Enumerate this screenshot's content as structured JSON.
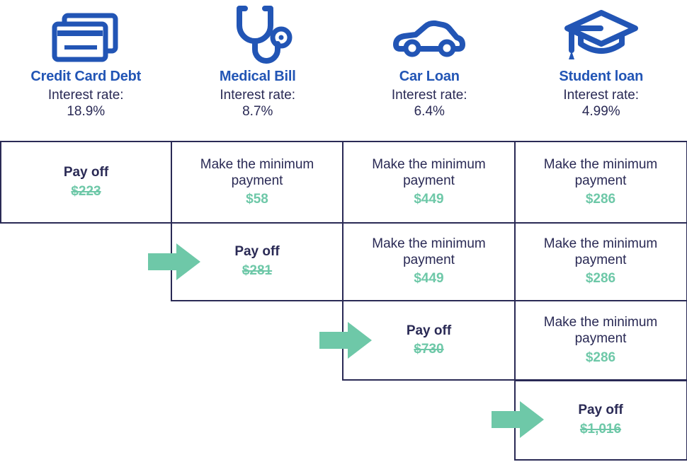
{
  "diagram": {
    "type": "debt-avalanche-payoff-order",
    "colors": {
      "debt_name": "#2255B5",
      "body_text": "#2A2A55",
      "amount_green": "#6EC8A8",
      "border": "#2A2A55",
      "icon_blue": "#2255B5",
      "background": "#FFFFFF"
    },
    "labels": {
      "interest_rate_label": "Interest rate:",
      "pay_off": "Pay off",
      "minimum_payment": "Make the minimum payment"
    },
    "columns": [
      {
        "id": "credit-card-debt",
        "name": "Credit Card Debt",
        "icon": "credit-cards-icon",
        "interest_rate_label": "Interest rate:",
        "interest_rate": "18.9%"
      },
      {
        "id": "medical-bill",
        "name": "Medical Bill",
        "icon": "stethoscope-icon",
        "interest_rate_label": "Interest rate:",
        "interest_rate": "8.7%"
      },
      {
        "id": "car-loan",
        "name": "Car Loan",
        "icon": "car-icon",
        "interest_rate_label": "Interest rate:",
        "interest_rate": "6.4%"
      },
      {
        "id": "student-loan",
        "name": "Student loan",
        "icon": "graduation-cap-icon",
        "interest_rate_label": "Interest rate:",
        "interest_rate": "4.99%"
      }
    ],
    "rows": [
      {
        "step": 1,
        "arrow": false,
        "cells": [
          {
            "column": "credit-card-debt",
            "action": "Pay off",
            "bold": true,
            "amount": "$223",
            "struck": true
          },
          {
            "column": "medical-bill",
            "action": "Make the minimum payment",
            "bold": false,
            "amount": "$58",
            "struck": false
          },
          {
            "column": "car-loan",
            "action": "Make the minimum payment",
            "bold": false,
            "amount": "$449",
            "struck": false
          },
          {
            "column": "student-loan",
            "action": "Make the minimum payment",
            "bold": false,
            "amount": "$286",
            "struck": false
          }
        ]
      },
      {
        "step": 2,
        "arrow": true,
        "cells": [
          {
            "column": "medical-bill",
            "action": "Pay off",
            "bold": true,
            "amount": "$281",
            "struck": true
          },
          {
            "column": "car-loan",
            "action": "Make the minimum payment",
            "bold": false,
            "amount": "$449",
            "struck": false
          },
          {
            "column": "student-loan",
            "action": "Make the minimum payment",
            "bold": false,
            "amount": "$286",
            "struck": false
          }
        ]
      },
      {
        "step": 3,
        "arrow": true,
        "cells": [
          {
            "column": "car-loan",
            "action": "Pay off",
            "bold": true,
            "amount": "$730",
            "struck": true
          },
          {
            "column": "student-loan",
            "action": "Make the minimum payment",
            "bold": false,
            "amount": "$286",
            "struck": false
          }
        ]
      },
      {
        "step": 4,
        "arrow": true,
        "cells": [
          {
            "column": "student-loan",
            "action": "Pay off",
            "bold": true,
            "amount": "$1,016",
            "struck": true
          }
        ]
      }
    ]
  }
}
